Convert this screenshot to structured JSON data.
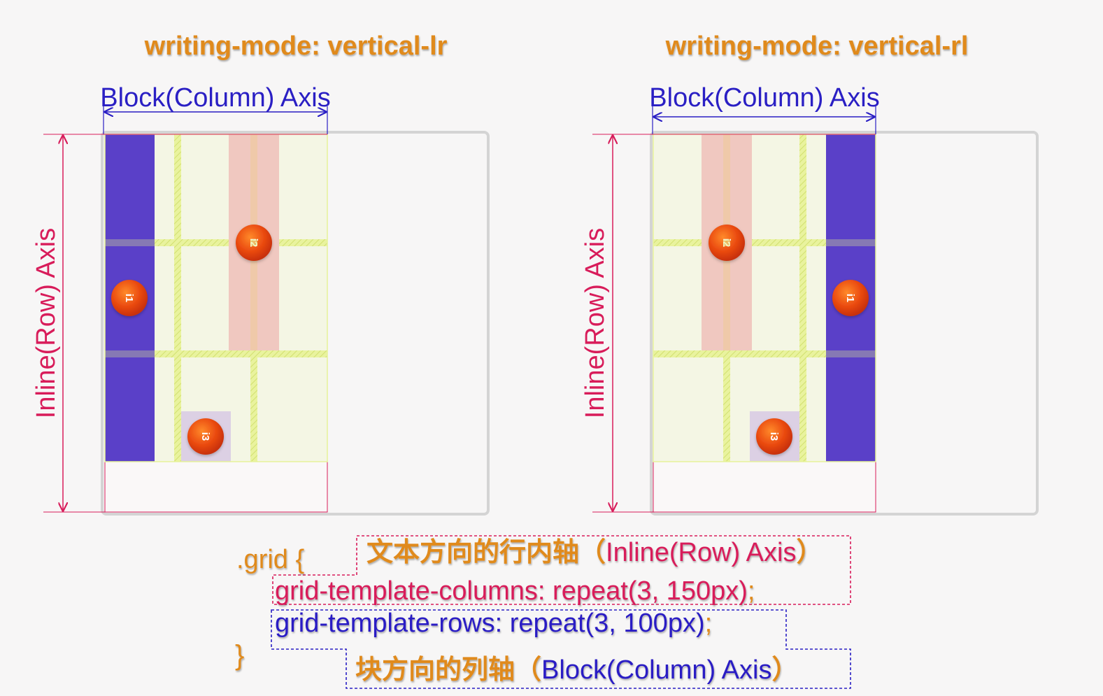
{
  "panels": [
    {
      "id": "lr",
      "title": "writing-mode: vertical-lr",
      "block_axis_label": "Block(Column) Axis",
      "inline_axis_label": "Inline(Row) Axis",
      "items": [
        "i1",
        "i2",
        "i3"
      ]
    },
    {
      "id": "rl",
      "title": "writing-mode: vertical-rl",
      "block_axis_label": "Block(Column) Axis",
      "inline_axis_label": "Inline(Row) Axis",
      "items": [
        "i1",
        "i2",
        "i3"
      ]
    }
  ],
  "code": {
    "open": ".grid {",
    "columns_property": "grid-template-columns: repeat(3, 150px)",
    "rows_property": "grid-template-rows: repeat(3, 100px)",
    "semicolon": ";",
    "close": "}"
  },
  "annotations": {
    "inline_prefix": "文本方向的行内轴",
    "inline_axis": "Inline(Row) Axis",
    "block_prefix": "块方向的列轴",
    "block_axis": "Block(Column) Axis",
    "open_paren": "（",
    "close_paren": "）"
  },
  "colors": {
    "title": "#e08a1c",
    "block_axis": "#2a1fc4",
    "inline_axis": "#d81c5a",
    "grid_bg": "#f4f6e4",
    "grid_line": "#e6f29a",
    "item1": "#5a40c8",
    "item2": "#f0c8c0",
    "item3": "#dcd0e4",
    "badge": "#e84a10"
  }
}
